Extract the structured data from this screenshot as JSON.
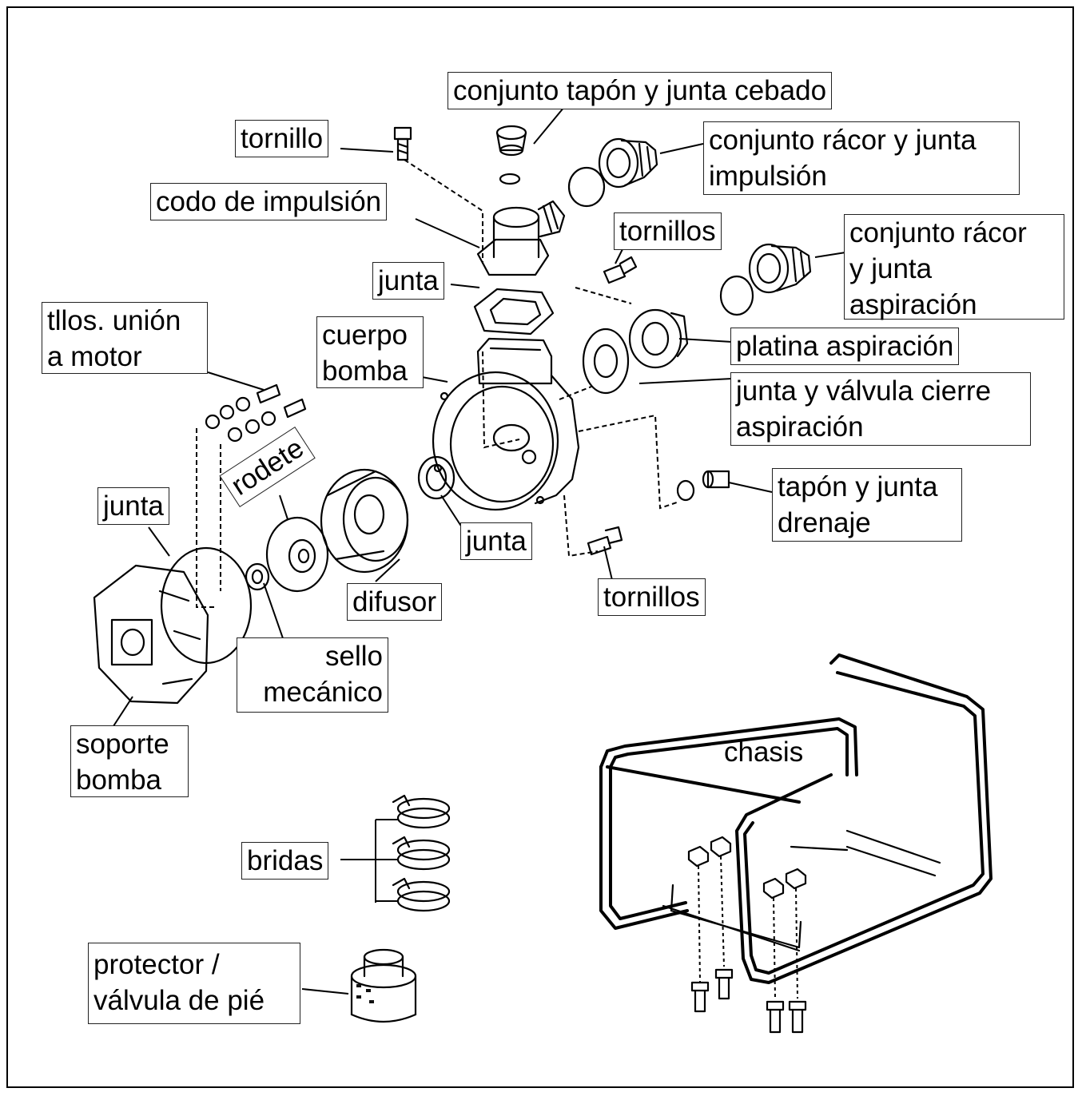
{
  "labels": {
    "cebado": "conjunto tapón y junta cebado",
    "tornillo": "tornillo",
    "impulsion_1": "conjunto rácor y junta",
    "impulsion_2": "impulsión",
    "codo": "codo de impulsión",
    "tornillos_top": "tornillos",
    "aspiracion_1": "conjunto rácor",
    "aspiracion_2": "y junta",
    "aspiracion_3": "aspiración",
    "junta_top": "junta",
    "tllos_1": "tllos. unión",
    "tllos_2": "a motor",
    "cuerpo_1": "cuerpo",
    "cuerpo_2": "bomba",
    "platina": "platina aspiración",
    "valvula_1": "junta y válvula cierre",
    "valvula_2": "aspiración",
    "rodete": "rodete",
    "tapon_1": "tapón y junta",
    "tapon_2": "drenaje",
    "junta_left": "junta",
    "junta_mid": "junta",
    "difusor": "difusor",
    "tornillos_bottom": "tornillos",
    "sello_1": "sello",
    "sello_2": "mecánico",
    "soporte_1": "soporte",
    "soporte_2": "bomba",
    "chasis": "chasis",
    "bridas": "bridas",
    "protector_1": "protector /",
    "protector_2": "válvula de pié"
  }
}
